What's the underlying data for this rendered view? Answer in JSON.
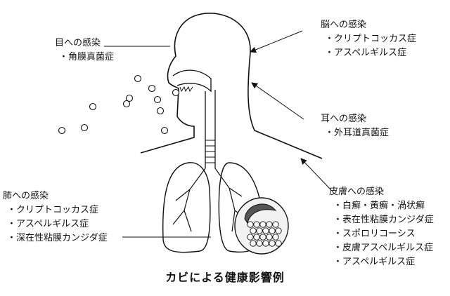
{
  "caption": "カビによる健康影響例",
  "groups": {
    "eye": {
      "heading": "目への感染",
      "items": [
        "・角膜真菌症"
      ]
    },
    "brain": {
      "heading": "脳への感染",
      "items": [
        "・クリプトコッカス症",
        "・アスペルギルス症"
      ]
    },
    "ear": {
      "heading": "耳への感染",
      "items": [
        "・外耳道真菌症"
      ]
    },
    "lung": {
      "heading": "肺への感染",
      "items": [
        "・クリプトコッカス症",
        "・アスペルギルス症",
        "・深在性粘膜カンジダ症"
      ]
    },
    "skin": {
      "heading": "皮膚への感染",
      "items": [
        "・白癬・黄癬・渦状癬",
        "・表在性粘膜カンジダ症",
        "・スポロリコーシス",
        "・皮膚アスペルギルス症",
        "・アスペルギルス症"
      ]
    }
  }
}
